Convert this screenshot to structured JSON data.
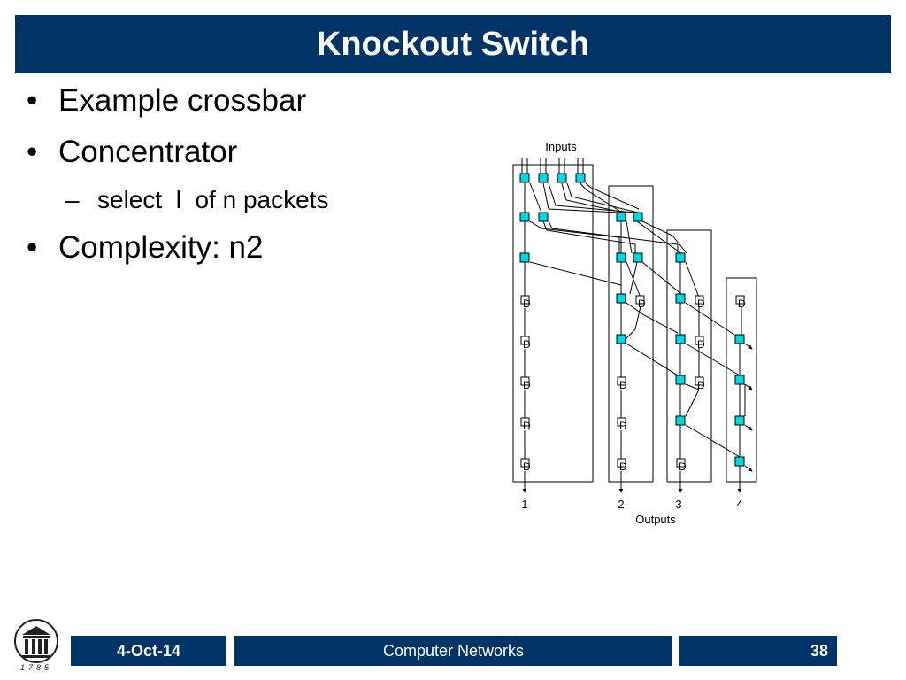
{
  "slide": {
    "title": "Knockout Switch",
    "bullets": [
      {
        "text": "Example crossbar",
        "marker": "•"
      },
      {
        "text": "Concentrator",
        "marker": "•"
      },
      {
        "text": "select  l  of n packets",
        "marker": "–",
        "level": 2
      },
      {
        "text": "Complexity: n2",
        "marker": "•"
      }
    ]
  },
  "diagram": {
    "inputs_label": "Inputs",
    "outputs_label": "Outputs",
    "output_numbers": [
      "1",
      "2",
      "3",
      "4"
    ],
    "delay_label": "D",
    "colors": {
      "switch_fill": "#00d7e0",
      "line": "#000000"
    }
  },
  "footer": {
    "date": "4-Oct-14",
    "course": "Computer Networks",
    "page": "38",
    "logo_year": "1785"
  },
  "colors": {
    "brand": "#003366"
  }
}
